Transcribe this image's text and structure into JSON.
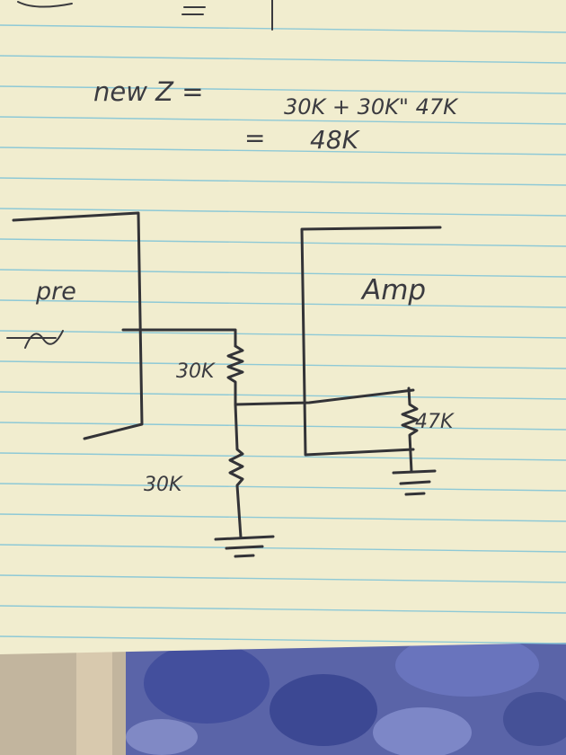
{
  "equation": {
    "line1_lhs": "new Z =",
    "line1_rhs": "30K + 30K\" 47K",
    "line2_eq": "=",
    "line2_rhs": "48K"
  },
  "labels": {
    "pre": "pre",
    "amp": "Amp",
    "r_top": "30K",
    "r_bottom": "30K",
    "r_load": "47K"
  },
  "colors": {
    "paper": "#f1edcf",
    "rule_line": "#8ec9d6",
    "margin_line": "#d7a6a6",
    "ink": "#333337",
    "fabric_blue": "#4e5fae"
  }
}
